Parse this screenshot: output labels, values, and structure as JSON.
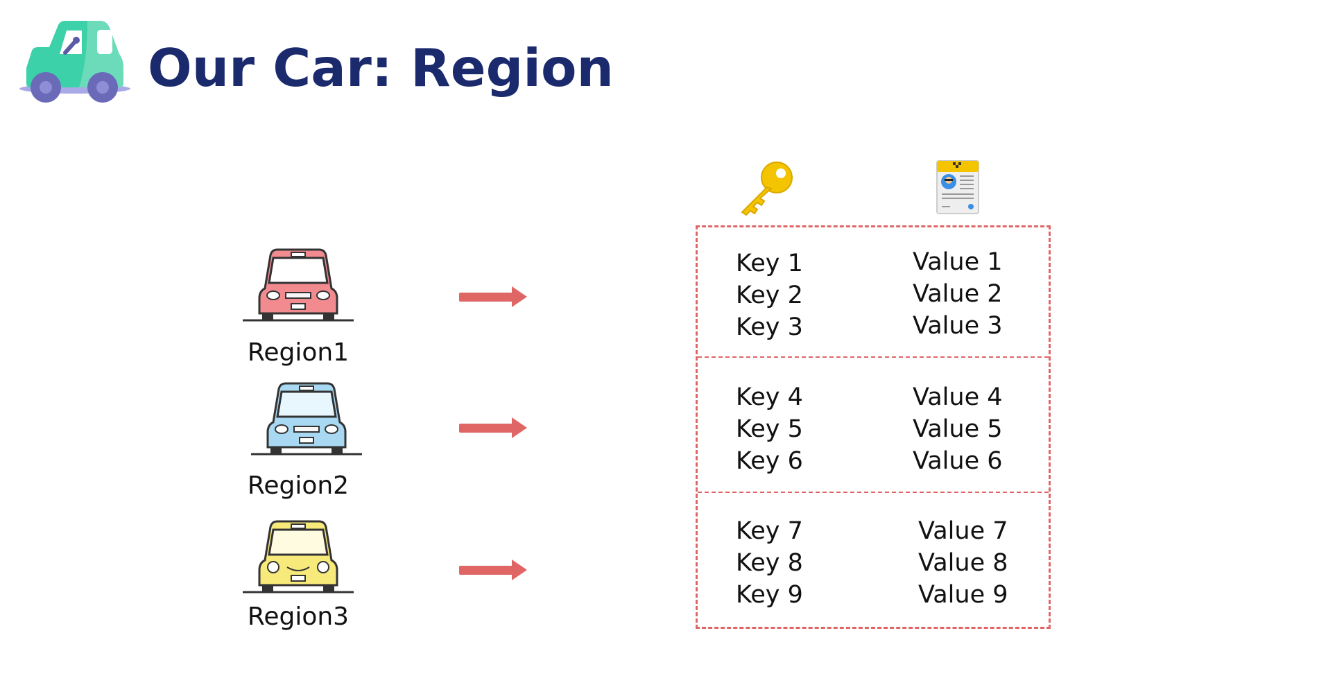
{
  "header": {
    "title": "Our Car: Region",
    "logo_icon": "car-icon"
  },
  "regions": [
    {
      "label": "Region1",
      "car_color": "#f28b8f",
      "icon": "car-front-icon"
    },
    {
      "label": "Region2",
      "car_color": "#a8d8f2",
      "icon": "car-front-icon"
    },
    {
      "label": "Region3",
      "car_color": "#f7ea7a",
      "icon": "car-front-icon"
    }
  ],
  "table": {
    "key_icon": "key-icon",
    "value_icon": "id-card-icon",
    "border_color": "#e06666",
    "groups": [
      {
        "keys": [
          "Key 1",
          "Key 2",
          "Key 3"
        ],
        "values": [
          "Value 1",
          "Value 2",
          "Value 3"
        ]
      },
      {
        "keys": [
          "Key 4",
          "Key 5",
          "Key 6"
        ],
        "values": [
          "Value 4",
          "Value 5",
          "Value 6"
        ]
      },
      {
        "keys": [
          "Key 7",
          "Key 8",
          "Key 9"
        ],
        "values": [
          "Value 7",
          "Value 8",
          "Value 9"
        ]
      }
    ]
  },
  "colors": {
    "title": "#1a2a6c",
    "arrow": "#e06666",
    "logo_body": "#3cd1a8",
    "logo_wheels": "#5a5aa8"
  }
}
